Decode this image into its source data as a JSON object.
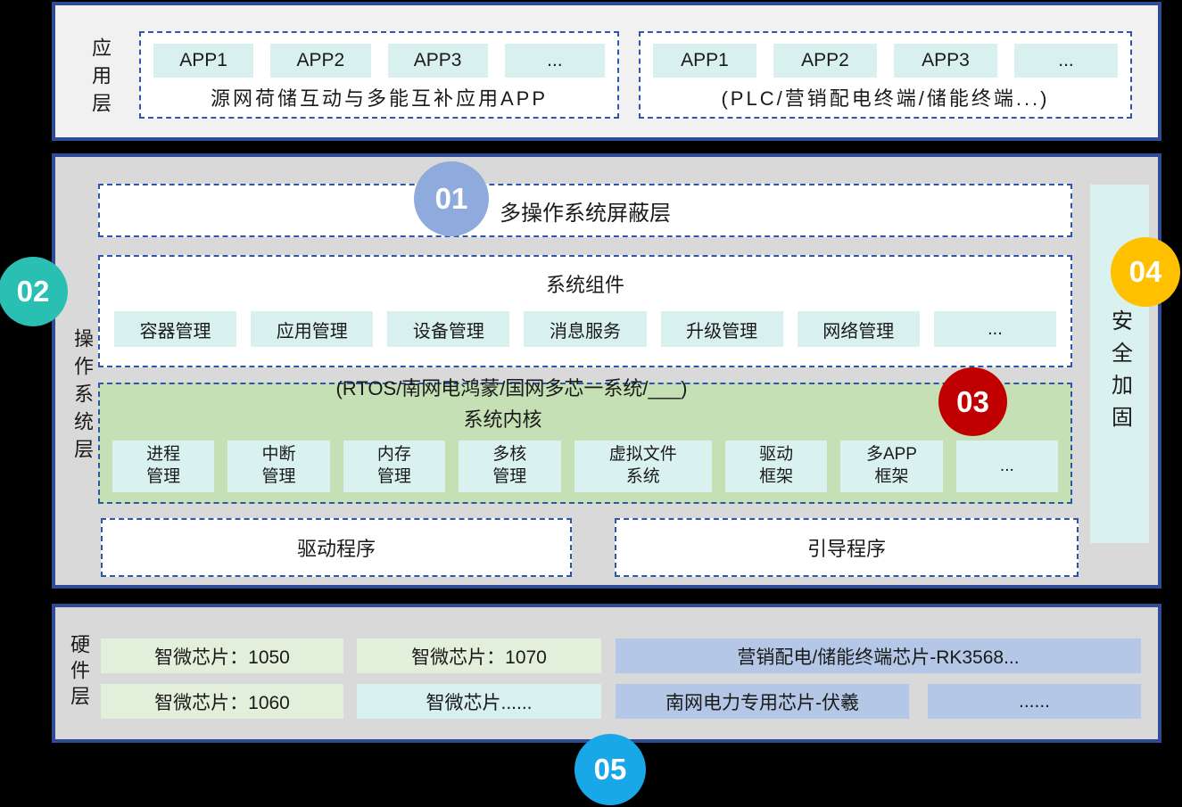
{
  "colors": {
    "outer_border": "#2e4b94",
    "dashed_border": "#2d57a8",
    "layer_gray": "#d9d9d9",
    "mint_chip": "#d9f1ee",
    "kernel_green": "#c5e0b4",
    "kernel_chip": "#d9f2f0",
    "security_bar": "#daf2ef",
    "hw_green": "#e2efda",
    "hw_cyan": "#d8f1f0",
    "hw_blue": "#b4c7e7",
    "badge_01": "#8faadc",
    "badge_02": "#2abfb3",
    "badge_03": "#c00000",
    "badge_04": "#ffc000",
    "badge_05": "#18a8e8"
  },
  "app_layer": {
    "label": "应用层",
    "groups": [
      {
        "apps": [
          "APP1",
          "APP2",
          "APP3",
          "..."
        ],
        "caption": "源网荷储互动与多能互补应用APP"
      },
      {
        "apps": [
          "APP1",
          "APP2",
          "APP3",
          "..."
        ],
        "caption": "(PLC/营销配电终端/储能终端...)"
      }
    ]
  },
  "os_layer": {
    "label": "操作系统层",
    "badge": "02",
    "shield": {
      "badge": "01",
      "title": "多操作系统屏蔽层"
    },
    "components": {
      "title": "系统组件",
      "items": [
        "容器管理",
        "应用管理",
        "设备管理",
        "消息服务",
        "升级管理",
        "网络管理",
        "..."
      ]
    },
    "kernel": {
      "badge": "03",
      "subtitle": "(RTOS/南网电鸿蒙/国网多芯一系统/___)",
      "title": "系统内核",
      "items": [
        "进程\n管理",
        "中断\n管理",
        "内存\n管理",
        "多核\n管理",
        "虚拟文件\n系统",
        "驱动\n框架",
        "多APP\n框架",
        "..."
      ]
    },
    "driver": "驱动程序",
    "bootloader": "引导程序",
    "security": {
      "badge": "04",
      "label": "安全加固"
    }
  },
  "hw_layer": {
    "label": "硬件层",
    "badge": "05",
    "row1": [
      {
        "text": "智微芯片：1050"
      },
      {
        "text": "智微芯片：1070"
      },
      {
        "text": "营销配电/储能终端芯片-RK3568..."
      }
    ],
    "row2": [
      {
        "text": "智微芯片：1060"
      },
      {
        "text": "智微芯片......"
      },
      {
        "text": "南网电力专用芯片-伏羲"
      },
      {
        "text": "......"
      }
    ]
  }
}
